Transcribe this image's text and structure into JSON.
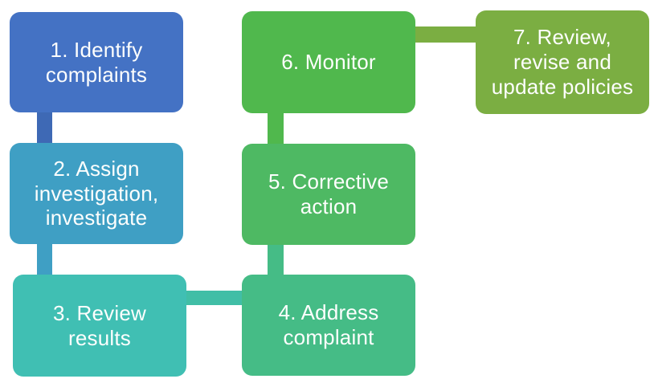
{
  "diagram": {
    "type": "flowchart",
    "background": "#ffffff",
    "text_color": "#fdfefd",
    "nodes": [
      {
        "step": 1,
        "label": "1. Identify\ncomplaints",
        "color": "#4472c4"
      },
      {
        "step": 2,
        "label": "2. Assign\ninvestigation,\ninvestigate",
        "color": "#3f9fc4"
      },
      {
        "step": 3,
        "label": "3. Review\nresults",
        "color": "#40bfb3"
      },
      {
        "step": 4,
        "label": "4. Address\ncomplaint",
        "color": "#45bc86"
      },
      {
        "step": 5,
        "label": "5. Corrective\naction",
        "color": "#4eb963"
      },
      {
        "step": 6,
        "label": "6. Monitor",
        "color": "#50b84d"
      },
      {
        "step": 7,
        "label": "7. Review,\nrevise and\nupdate policies",
        "color": "#7bae42"
      }
    ],
    "connectors": [
      {
        "from": 1,
        "to": 2,
        "orientation": "vertical",
        "color": "#3e69b5"
      },
      {
        "from": 2,
        "to": 3,
        "orientation": "vertical",
        "color": "#3f9fc4"
      },
      {
        "from": 3,
        "to": 4,
        "orientation": "horizontal",
        "color": "#41bea6"
      },
      {
        "from": 4,
        "to": 5,
        "orientation": "vertical",
        "color": "#45bc86"
      },
      {
        "from": 5,
        "to": 6,
        "orientation": "vertical",
        "color": "#50b84d"
      },
      {
        "from": 6,
        "to": 7,
        "orientation": "horizontal",
        "color": "#7bae42"
      }
    ]
  }
}
